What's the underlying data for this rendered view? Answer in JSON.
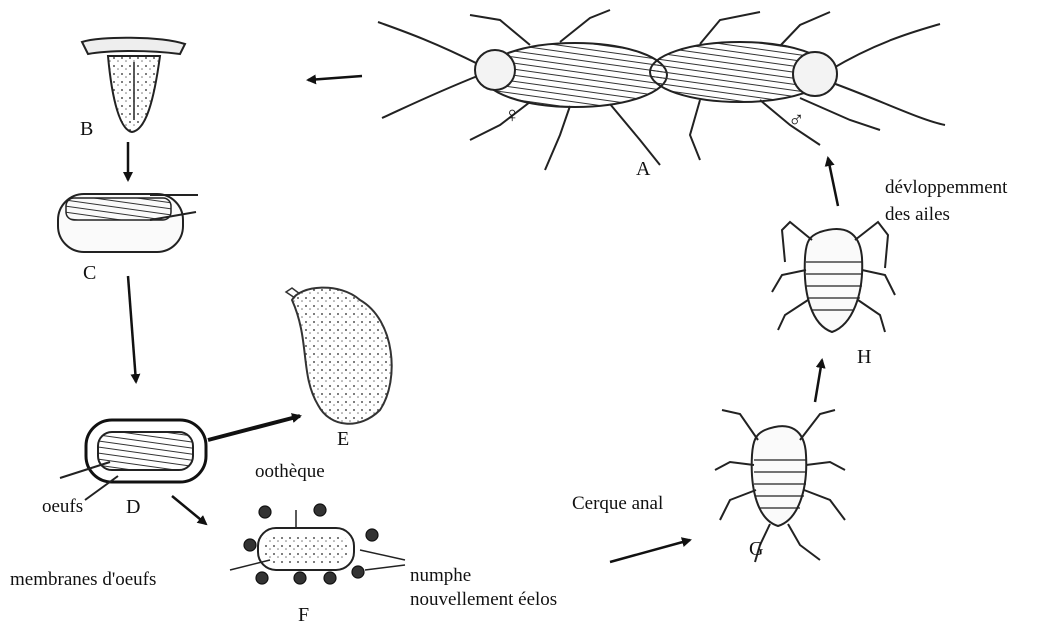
{
  "stages": {
    "A": "A",
    "B": "B",
    "C": "C",
    "D": "D",
    "E": "E",
    "F": "F",
    "G": "G",
    "H": "H"
  },
  "annotations": {
    "female_symbol": "♀",
    "male_symbol": "♂",
    "wing_development_line1": "dévloppemment",
    "wing_development_line2": "des ailes",
    "ootheca": "oothèque",
    "eggs": "oeufs",
    "egg_membranes": "membranes d'oeufs",
    "nymph_line1": "numphe",
    "nymph_line2": "nouvellement éelos",
    "anal_cercus": "Cerque anal"
  }
}
